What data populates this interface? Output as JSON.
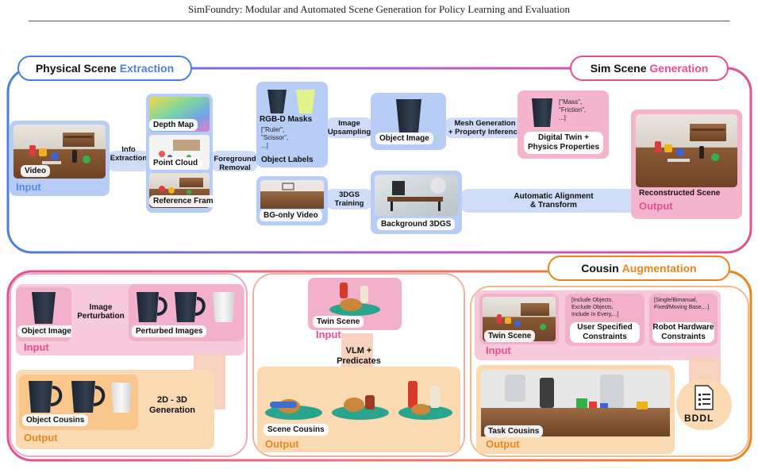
{
  "header": "SimFoundry: Modular and Automated Scene Generation for Policy Learning and Evaluation",
  "top": {
    "title_left_a": "Physical Scene",
    "title_left_b": "Extraction",
    "title_right_a": "Sim Scene",
    "title_right_b": "Generation",
    "video_label": "Video",
    "input_label": "Input",
    "step_info": "Info\nExtraction",
    "depth_map": "Depth Map",
    "point_cloud": "Point Cloud",
    "reference_frame": "Reference Frame",
    "step_foreground": "Foreground\nRemoval",
    "rgbd_masks": "RGB-D Masks",
    "labels_list": "[\"Ruler\",\n\"Scissor\",\n...]",
    "object_labels": "Object Labels",
    "bg_video": "BG-only Video",
    "step_upsampling": "Image\nUpsampling",
    "step_3dgs": "3DGS\nTraining",
    "object_image": "Object Image",
    "background_3dgs": "Background 3DGS",
    "step_mesh": "Mesh Generation\n+ Property Inference",
    "props_list": "[\"Mass\",\n\"Friction\",\n...]",
    "digital_twin": "Digital Twin +\nPhysics Properties",
    "step_align": "Automatic Alignment\n& Transform",
    "reconstructed": "Reconstructed Scene",
    "output_label": "Output"
  },
  "bottom_left": {
    "object_image": "Object Image",
    "step_perturb": "Image\nPerturbation",
    "perturbed": "Perturbed Images",
    "input_label": "Input",
    "object_cousins": "Object Cousins",
    "step_gen": "2D - 3D\nGeneration",
    "output_label": "Output"
  },
  "bottom_mid": {
    "twin_scene": "Twin Scene",
    "input_label": "Input",
    "step_vlm": "VLM +\nPredicates",
    "scene_cousins": "Scene Cousins",
    "output_label": "Output"
  },
  "bottom_right": {
    "title_a": "Cousin",
    "title_b": "Augmentation",
    "twin_scene": "Twin Scene",
    "input_label": "Input",
    "user_list": "[Include Objects,\nExclude Objects,\nInclude In Every,...]",
    "user_constraints": "User Specified\nConstraints",
    "robot_list": "[Single/Bimanual,\nFixed/Moving Base,...]",
    "robot_constraints": "Robot Hardware\nConstraints",
    "bddl": "BDDL",
    "task_cousins": "Task Cousins",
    "output_label": "Output"
  },
  "colors": {
    "blue": "#4a7fe0",
    "pink": "#e2508f",
    "orange": "#e8861e"
  }
}
